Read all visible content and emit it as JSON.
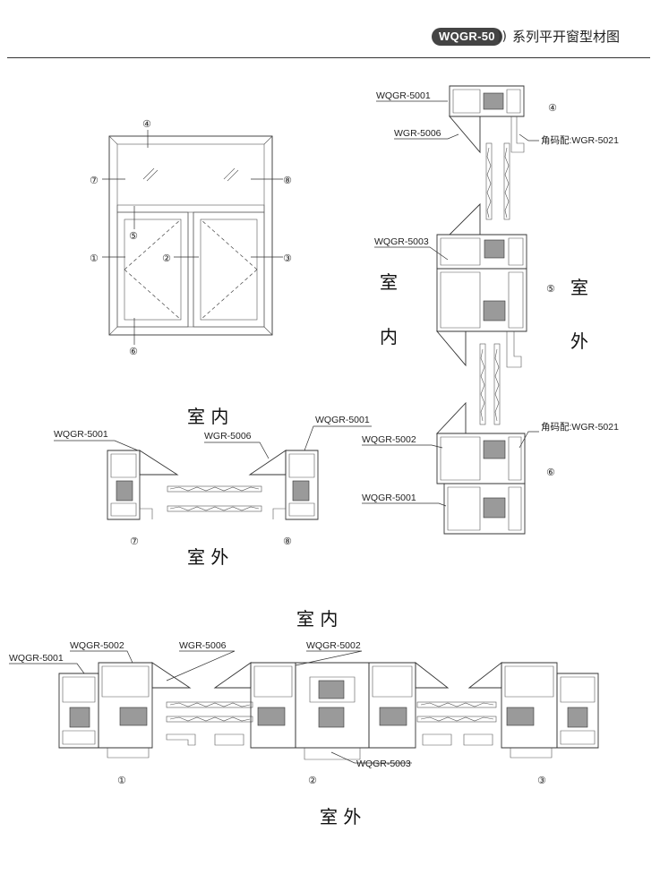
{
  "header": {
    "badge": "WQGR-50",
    "arrows": "))",
    "title": "系列平开窗型材图"
  },
  "elevation": {
    "markers": [
      "④",
      "⑦",
      "⑧",
      "⑤",
      "①",
      "②",
      "③",
      "⑥"
    ]
  },
  "horizontal_section": {
    "top_label": "室 内",
    "bottom_label": "室 外",
    "parts": {
      "left_frame": "WQGR-5001",
      "right_frame": "WQGR-5001",
      "bead": "WGR-5006"
    },
    "markers": [
      "⑦",
      "⑧"
    ]
  },
  "vertical_section": {
    "inside_label_1": "室",
    "inside_label_2": "内",
    "outside_label_1": "室",
    "outside_label_2": "外",
    "parts": {
      "top_frame": "WQGR-5001",
      "top_bead": "WGR-5006",
      "top_corner": "角码配:WGR-5021",
      "mullion": "WQGR-5003",
      "sash": "WQGR-5002",
      "bottom_corner": "角码配:WGR-5021",
      "bottom_frame": "WQGR-5001"
    },
    "markers": [
      "④",
      "⑤",
      "⑥"
    ]
  },
  "full_section": {
    "top_label": "室 内",
    "bottom_label": "室 外",
    "parts": {
      "frame_left": "WQGR-5001",
      "sash_left": "WQGR-5002",
      "bead": "WGR-5006",
      "sash_right": "WQGR-5002",
      "mullion": "WQGR-5003"
    },
    "markers": [
      "①",
      "②",
      "③"
    ]
  }
}
